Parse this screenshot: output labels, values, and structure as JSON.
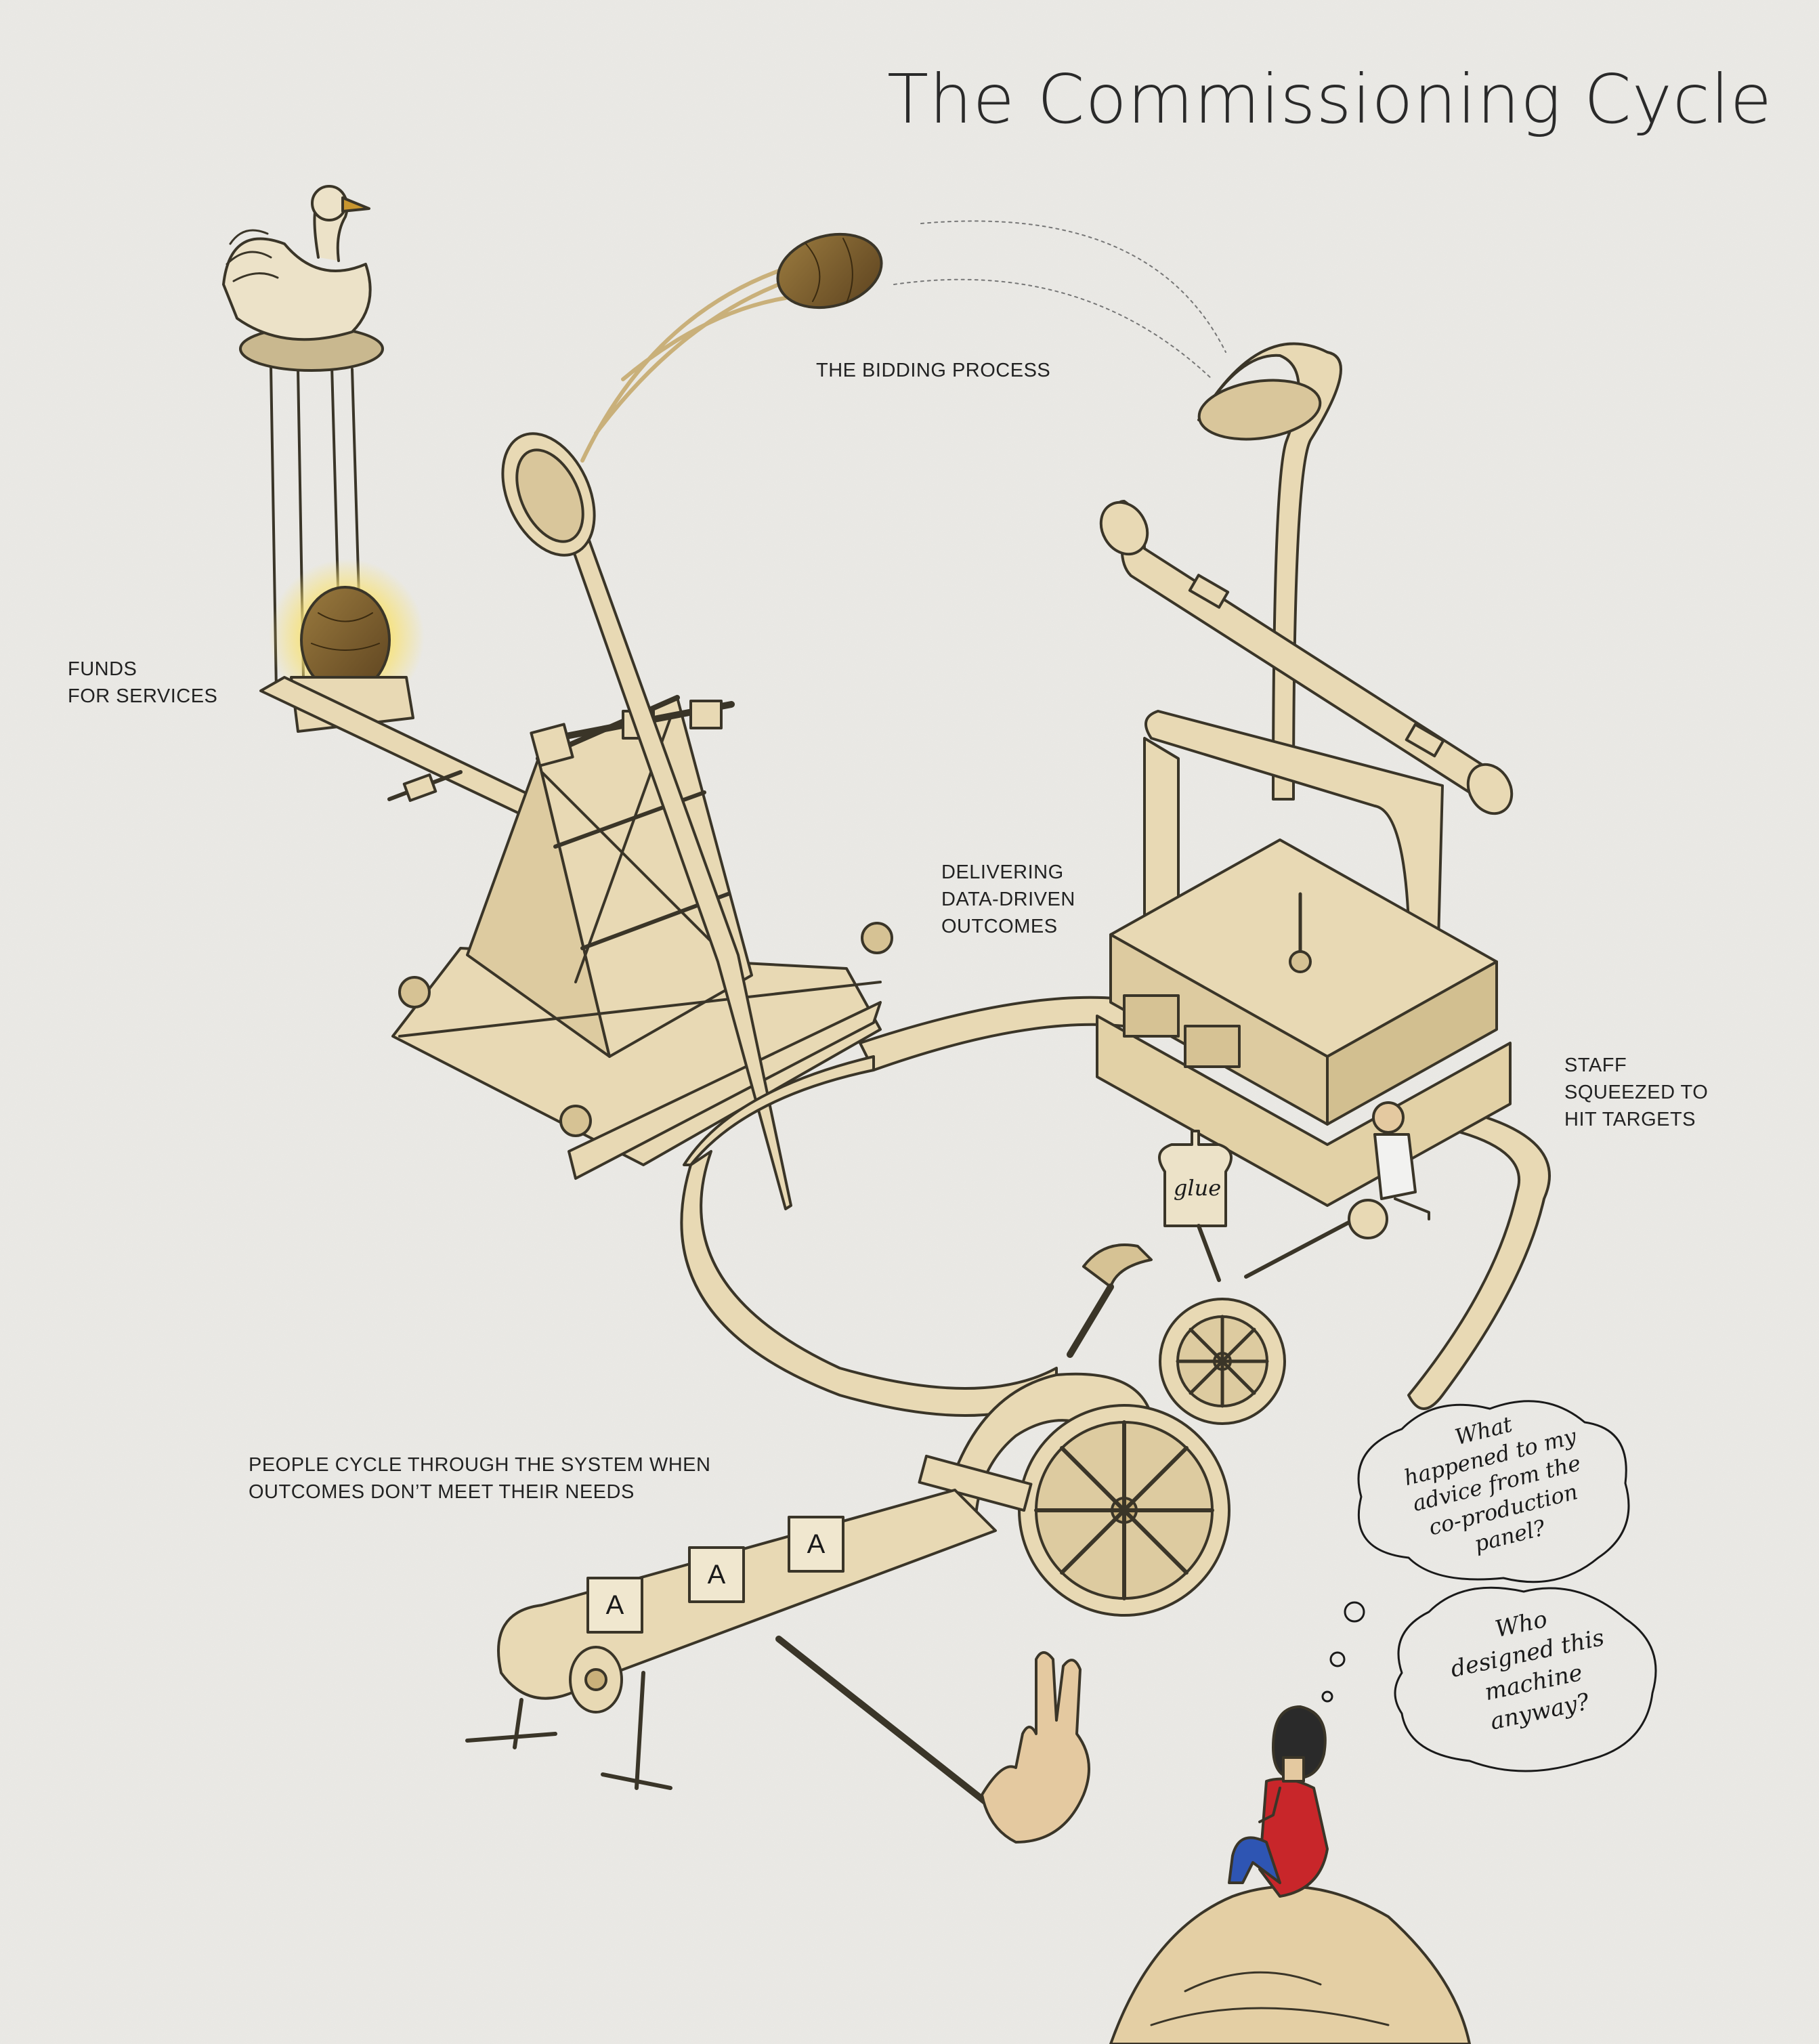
{
  "title": "The Commissioning Cycle",
  "labels": {
    "bidding": "THE BIDDING PROCESS",
    "funds": "FUNDS\nFOR SERVICES",
    "delivering": "DELIVERING\nDATA-DRIVEN\nOUTCOMES",
    "staff": "STAFF\nSQUEEZED TO\nHIT TARGETS",
    "people": "PEOPLE CYCLE THROUGH THE SYSTEM WHEN\nOUTCOMES DON’T MEET THEIR NEEDS"
  },
  "bottle_label": "glue",
  "blocks": [
    "A",
    "A",
    "A"
  ],
  "thoughts": {
    "first": "What\nhappened to my\nadvice from the\nco-production\npanel?",
    "second": "Who\ndesigned this\nmachine\nanyway?"
  },
  "colors": {
    "paper": "#ebeae6",
    "wood": "#e8d9b4",
    "ink": "#3a3528",
    "egg": "#7a5a2c",
    "sweater": "#c8262a",
    "jeans": "#2e55b3",
    "mound": "#e4cfa4"
  }
}
